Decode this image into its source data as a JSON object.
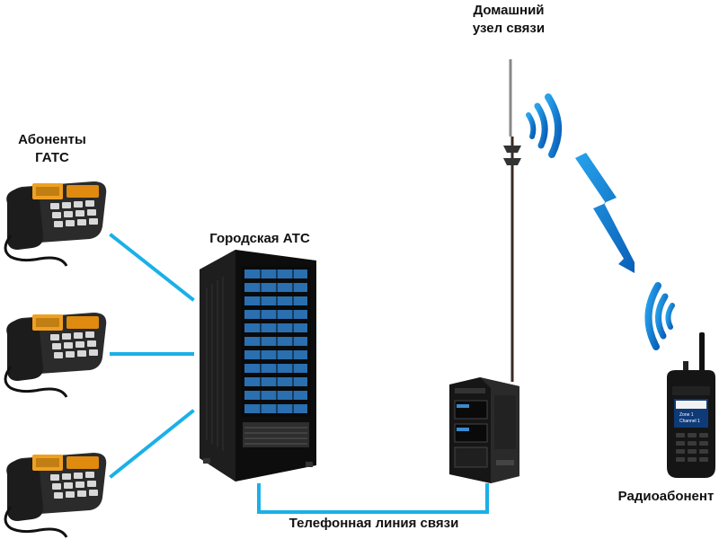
{
  "labels": {
    "subscribers_line1": "Абоненты",
    "subscribers_line2": "ГАТС",
    "city_pbx": "Городская АТС",
    "home_node_line1": "Домашний",
    "home_node_line2": "узел связи",
    "radio_subscriber": "Радиоабонент",
    "phone_line": "Телефонная линия связи"
  },
  "radio_screen": {
    "line1": "Zone 1",
    "line2": "Channel 1"
  },
  "colors": {
    "link": "#1ab0e8",
    "wave": "#0a7fd0",
    "rack": "#1a1a1a",
    "rack_unit": "#2a6fb0",
    "phone_body": "#2b2b2b",
    "phone_display": "#f0a020"
  },
  "icons": {
    "phone": "desk-phone-icon",
    "rack": "server-rack-icon",
    "repeater": "repeater-icon",
    "antenna": "antenna-icon",
    "radio": "handheld-radio-icon",
    "lightning": "lightning-bolt-icon",
    "waves": "radio-waves-icon"
  }
}
